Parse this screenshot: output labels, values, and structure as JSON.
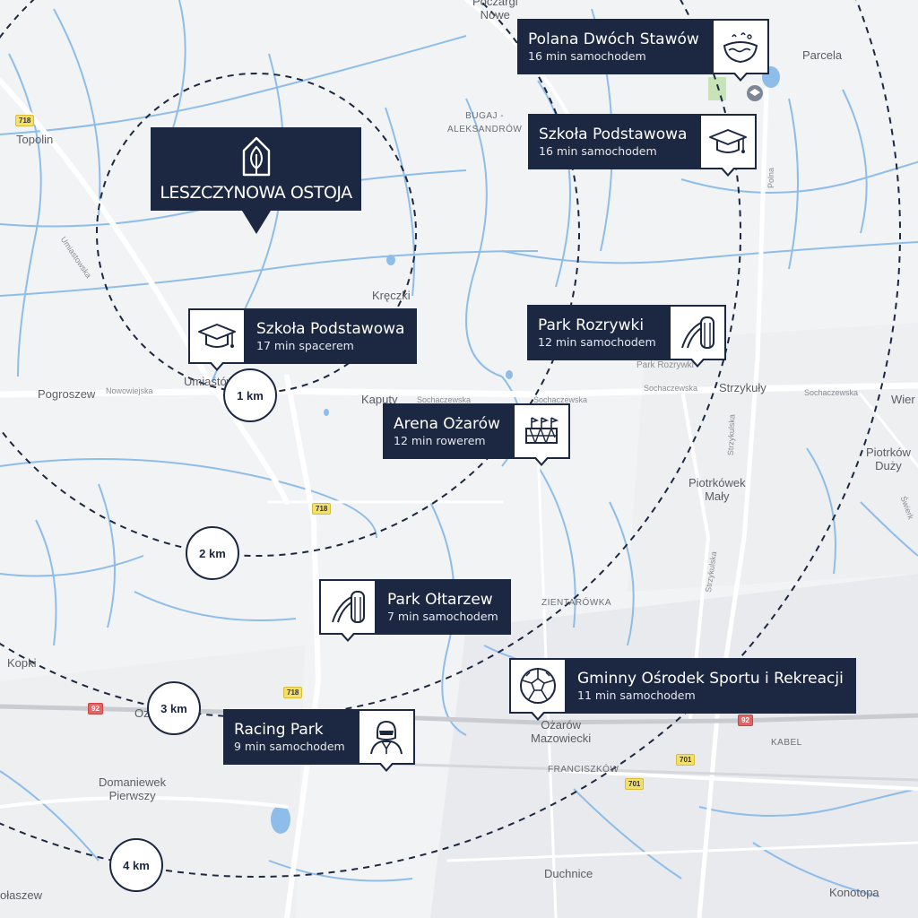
{
  "brand": {
    "name": "LESZCZYNOWA OSTOJA",
    "icon": "house-leaf-icon"
  },
  "colors": {
    "navy": "#1c2741",
    "water": "#7fb2e5",
    "road": "#ffffff",
    "background": "#f2f3f5"
  },
  "rings": [
    {
      "label": "1 km"
    },
    {
      "label": "2 km"
    },
    {
      "label": "3 km"
    },
    {
      "label": "4 km"
    }
  ],
  "pois": [
    {
      "name": "Polana Dwóch Stawów",
      "time": "16 min samochodem",
      "icon": "pond-icon"
    },
    {
      "name": "Szkoła Podstawowa",
      "time": "16 min samochodem",
      "icon": "graduation-cap-icon"
    },
    {
      "name": "Szkoła Podstawowa",
      "time": "17 min spacerem",
      "icon": "graduation-cap-icon"
    },
    {
      "name": "Park Rozrywki",
      "time": "12 min samochodem",
      "icon": "slide-icon"
    },
    {
      "name": "Arena Ożarów",
      "time": "12 min rowerem",
      "icon": "stadium-icon"
    },
    {
      "name": "Park Ołtarzew",
      "time": "7 min samochodem",
      "icon": "slide-icon"
    },
    {
      "name": "Gminny Ośrodek Sportu i Rekreacji",
      "time": "11 min samochodem",
      "icon": "soccer-ball-icon"
    },
    {
      "name": "Racing Park",
      "time": "9 min samochodem",
      "icon": "racing-driver-icon"
    }
  ],
  "places": {
    "poczargi_1": "Poczargi",
    "poczargi_2": "Nowe",
    "parcela": "Parcela",
    "topolin": "Topolin",
    "bugaj_1": "BUGAJ -",
    "bugaj_2": "ALEKSANDRÓW",
    "kreczki": "Kręczki",
    "pogroszew": "Pogroszew",
    "umiastow": "Umiastów",
    "kaputy": "Kaputy",
    "park_rozrywki_map": "Park Rozrywki",
    "strzykuly": "Strzykuły",
    "wier": "Wier",
    "piotrkow_duzy_1": "Piotrków",
    "piotrkow_duzy_2": "Duży",
    "piotrkowek_1": "Piotrkówek",
    "piotrkowek_2": "Mały",
    "zientarowka": "ZIENTARÓWKA",
    "kopki": "Kopki",
    "ozarow_1": "Ożarów",
    "ozarow_2": "Mazowiecki",
    "kabel": "KABEL",
    "franciszkow": "FRANCISZKÓW",
    "domaniewek_1": "Domaniewek",
    "domaniewek_2": "Pierwszy",
    "duchnice": "Duchnice",
    "konotopa": "Konotopa",
    "golaszew": "ołaszew",
    "oz_fragment": "Oz"
  },
  "streets": {
    "umiastowska": "Umiastowska",
    "nowowiejska": "Nowowiejska",
    "sochaczewska_1": "Sochaczewska",
    "sochaczewska_2": "Sochaczewska",
    "sochaczewska_3": "Sochaczewska",
    "sochaczewska_4": "Sochaczewska",
    "strzykulska_1": "Strzykulska",
    "strzykulska_2": "Strzykulska",
    "polna": "Polna",
    "swierk": "Świerk"
  },
  "shields": {
    "r718_1": "718",
    "r718_2": "718",
    "r718_3": "718",
    "r92_1": "92",
    "r92_2": "92",
    "r701_1": "701",
    "r701_2": "701"
  }
}
